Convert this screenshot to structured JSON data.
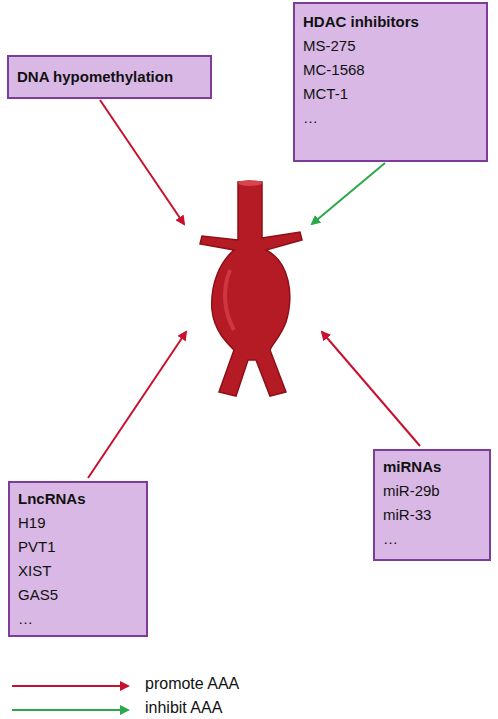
{
  "diagram": {
    "nodes": [
      {
        "text": [
          "DNA hypomethylation"
        ]
      },
      {
        "text": [
          "HDAC inhibitors",
          "MS-275",
          "MC-1568",
          "MCT-1",
          "…"
        ]
      },
      {
        "text": [
          "LncRNAs",
          "H19",
          "PVT1",
          "XIST",
          "GAS5",
          "…"
        ]
      },
      {
        "text": [
          "miRNAs",
          "miR-29b",
          "miR-33",
          "…"
        ]
      }
    ],
    "legend": [
      {
        "text": "promote AAA"
      },
      {
        "text": "inhibit AAA"
      }
    ]
  }
}
